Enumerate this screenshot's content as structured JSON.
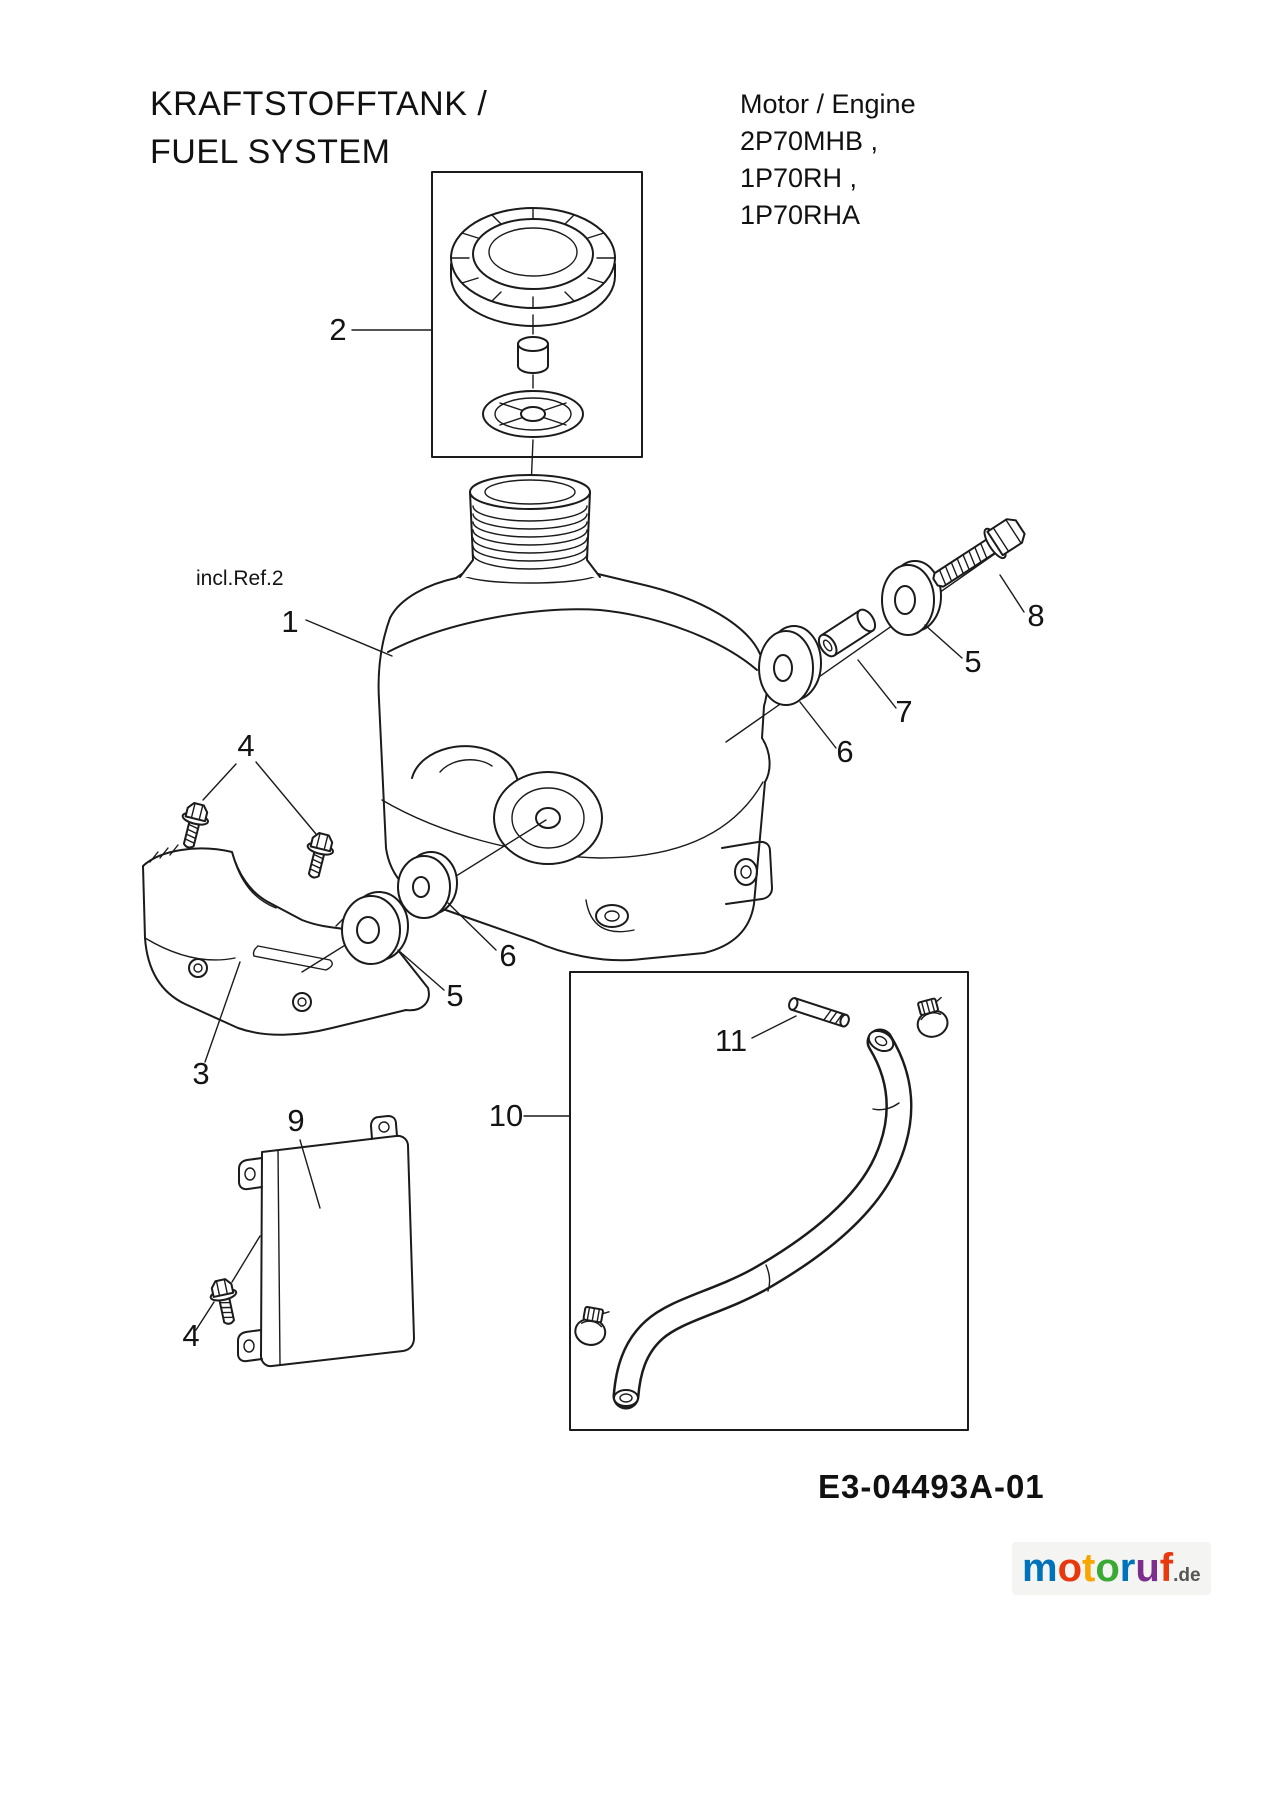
{
  "page": {
    "title_line1": "KRAFTSTOFFTANK /",
    "title_line2": "FUEL SYSTEM",
    "incl_ref": "incl.Ref.2",
    "part_code": "E3-04493A-01"
  },
  "motor": {
    "heading": "Motor / Engine",
    "models": [
      "2P70MHB  ,",
      "1P70RH ,",
      "1P70RHA"
    ]
  },
  "callouts": [
    {
      "part": "fuel-cap-assembly",
      "number": "2"
    },
    {
      "part": "fuel-tank",
      "number": "1"
    },
    {
      "part": "flange-screw-long",
      "number": "8"
    },
    {
      "part": "washer-outer-right",
      "number": "5"
    },
    {
      "part": "spacer-sleeve",
      "number": "7"
    },
    {
      "part": "washer-inner-right",
      "number": "6"
    },
    {
      "part": "flange-screws-upper",
      "number": "4"
    },
    {
      "part": "washer-inner-left",
      "number": "6"
    },
    {
      "part": "washer-outer-left",
      "number": "5"
    },
    {
      "part": "heat-shield",
      "number": "3"
    },
    {
      "part": "cover-plate",
      "number": "9"
    },
    {
      "part": "fuel-hose",
      "number": "10"
    },
    {
      "part": "connector-pin",
      "number": "11"
    },
    {
      "part": "flange-screw-lower",
      "number": "4"
    }
  ],
  "logo": {
    "letters": [
      {
        "char": "m",
        "color": "#0072bc"
      },
      {
        "char": "o",
        "color": "#e8380d"
      },
      {
        "char": "t",
        "color": "#f7a600"
      },
      {
        "char": "o",
        "color": "#3aaa35"
      },
      {
        "char": "r",
        "color": "#0072bc"
      },
      {
        "char": "u",
        "color": "#7d2e8d"
      },
      {
        "char": "f",
        "color": "#e8380d"
      }
    ],
    "suffix": ".de"
  }
}
